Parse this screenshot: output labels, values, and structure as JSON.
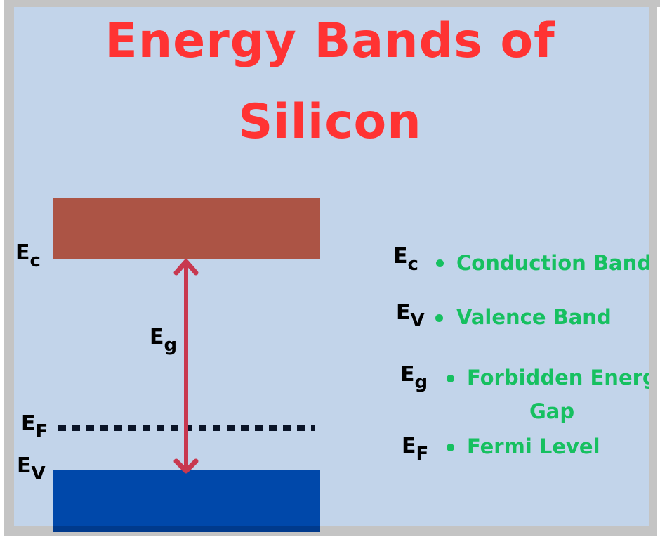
{
  "title": {
    "line1": "Energy Bands of",
    "line2": "Silicon"
  },
  "diagram": {
    "conduction_band": {
      "label_main": "E",
      "label_sub": "c",
      "color": "#ac5445"
    },
    "valence_band": {
      "label_main": "E",
      "label_sub": "V",
      "color": "#0048aa"
    },
    "energy_gap": {
      "label_main": "E",
      "label_sub": "g",
      "arrow_color": "#c8384f"
    },
    "fermi_level": {
      "label_main": "E",
      "label_sub": "F",
      "line_style": "dotted"
    }
  },
  "legend": {
    "items": [
      {
        "sym_main": "E",
        "sym_sub": "c",
        "text": "Conduction Band"
      },
      {
        "sym_main": "E",
        "sym_sub": "V",
        "text": "Valence Band"
      },
      {
        "sym_main": "E",
        "sym_sub": "g",
        "text": "Forbidden Energ",
        "text2": "Gap"
      },
      {
        "sym_main": "E",
        "sym_sub": "F",
        "text": "Fermi Level"
      }
    ],
    "color": "#16c060"
  },
  "colors": {
    "title": "#ff3333",
    "background": "#c2d4ea",
    "frame": "#c4c4c4"
  }
}
